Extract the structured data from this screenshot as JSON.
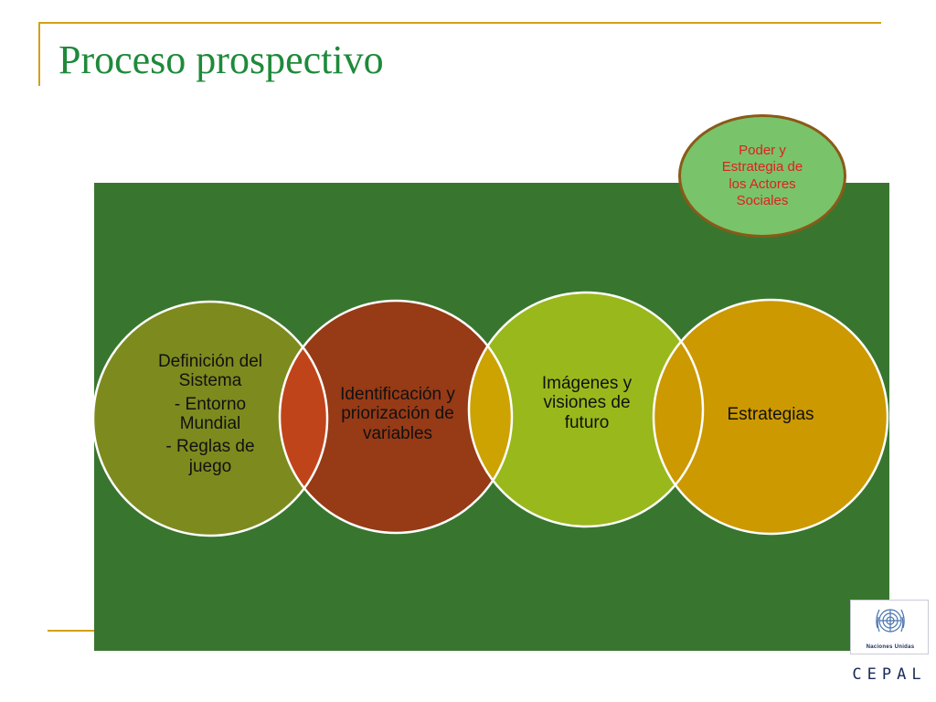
{
  "slide": {
    "title": "Proceso prospectivo",
    "colors": {
      "title": "#1e8a3a",
      "accent_rule": "#d4a017",
      "panel": "#38762f",
      "circle_border": "#ffffff"
    }
  },
  "diagram": {
    "circles": [
      {
        "id": "definicion",
        "lines": [
          "Definición del Sistema",
          "- Entorno Mundial",
          "- Reglas de juego"
        ],
        "fill": "#7d8a1e"
      },
      {
        "id": "identificacion",
        "lines": [
          "Identificación y priorización de variables"
        ],
        "fill": "#973a16"
      },
      {
        "id": "imagenes",
        "lines": [
          "Imágenes y visiones de futuro"
        ],
        "fill": "#99b81c"
      },
      {
        "id": "estrategias",
        "lines": [
          "Estrategias"
        ],
        "fill": "#cc9900"
      }
    ],
    "overlaps": [
      {
        "between": [
          "definicion",
          "identificacion"
        ],
        "fill": "#c0441a"
      },
      {
        "between": [
          "identificacion",
          "imagenes"
        ],
        "fill": "#cca300"
      }
    ],
    "callout": {
      "text": "Poder y Estrategia de los Actores Sociales",
      "fill": "#79c36a",
      "border": "#8a5a18",
      "text_color": "#e02020"
    }
  },
  "logo": {
    "org_name": "Naciones Unidas",
    "acronym": "CEPAL",
    "icon": "un-emblem-icon"
  }
}
